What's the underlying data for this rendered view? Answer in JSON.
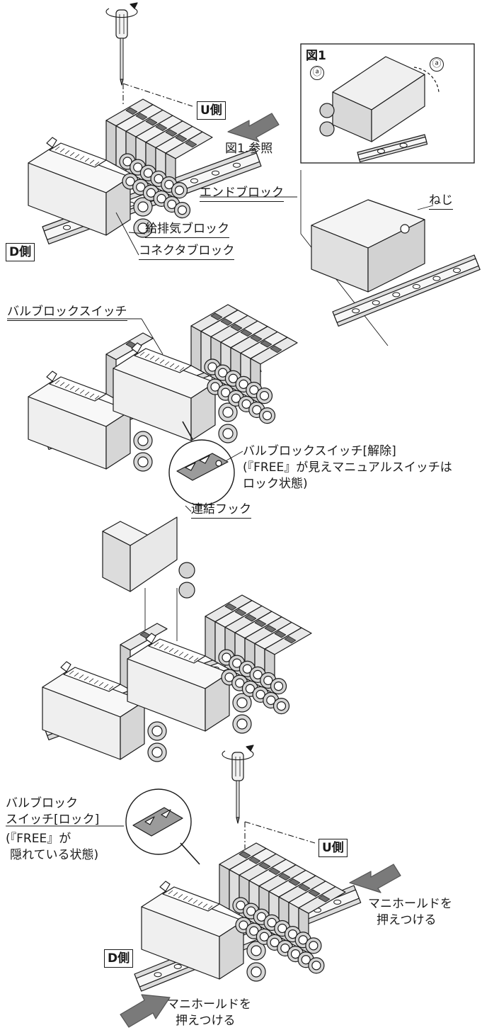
{
  "labels": {
    "u_side": "U側",
    "fig1_ref": "図1.参照",
    "end_block": "エンドブロック",
    "supply_exhaust_block": "給排気ブロック",
    "connector_block": "コネクタブロック",
    "d_side": "D側",
    "fig1_title": "図1",
    "marker_a": "ⓐ",
    "screw": "ねじ",
    "valve_block_switch": "バルブロックスイッチ",
    "switch_release_1": "バルブロックスイッチ[解除]",
    "switch_release_2": "(『FREE』が見えマニュアルスイッチは",
    "switch_release_3": "ロック状態)",
    "connecting_hook": "連結フック",
    "switch_lock_1": "バルブロック",
    "switch_lock_2": "スイッチ[ロック]",
    "switch_lock_3": "(『FREE』が",
    "switch_lock_4": "隠れている状態)",
    "u_side_2": "U側",
    "press_1a": "マニホールドを",
    "press_1b": "押えつける",
    "d_side_2": "D側",
    "press_2a": "マニホールドを",
    "press_2b": "押えつける"
  },
  "colors": {
    "line": "#1a1a1a",
    "body_light": "#efefef",
    "body_mid": "#d6d6d6",
    "body_dark": "#9a9a9a",
    "arrow_fill": "#7a7a7a",
    "rail": "#dcdcdc"
  },
  "icons": [
    "screwdriver-icon",
    "rotation-arrow-icon",
    "push-arrow-icon"
  ]
}
